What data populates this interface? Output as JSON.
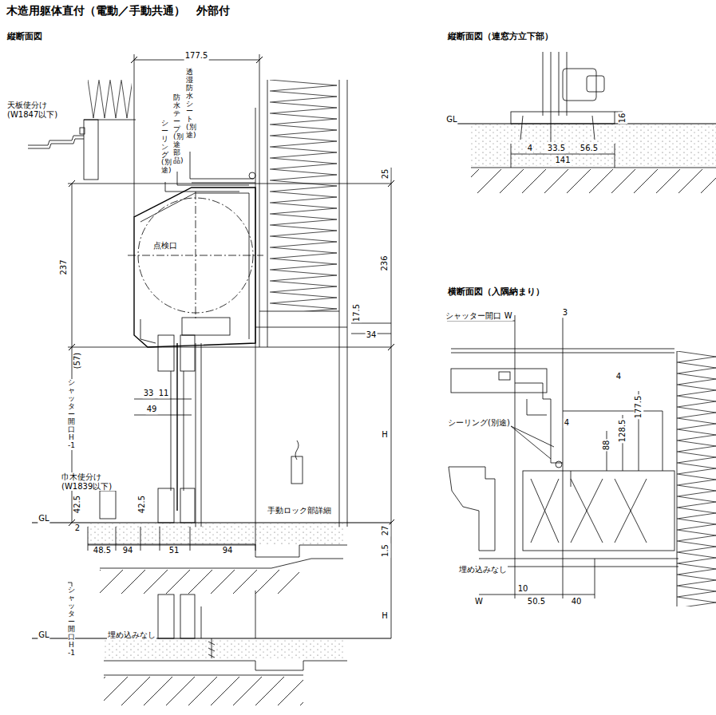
{
  "diagram": {
    "title": "木造用躯体直付（電動／手動共通）　外部付",
    "labels": [
      "縦断面図",
      "177.5",
      "天板使分け (W1847以下)",
      "シーリング(別途)",
      "防水テープ(別途部品)",
      "透湿防水シート(別途)",
      "25",
      "237",
      "236",
      "点検口",
      "17.5",
      "34",
      "(57)",
      "33",
      "11",
      "49",
      "シャッター開口 H-1",
      "H",
      "巾木使分け (W1839以下)",
      "42.5",
      "42.5",
      "GL",
      "2",
      "48.5",
      "94",
      "51",
      "94",
      "27",
      "1.5",
      "手動ロック部詳細",
      "シャッター開口 H-1",
      "H",
      "GL",
      "埋め込みなし",
      "縦断面図（連窓方立下部）",
      "GL",
      "16",
      "4",
      "33.5",
      "56.5",
      "141",
      "横断面図（入隅納まり）",
      "シャッター開口 W",
      "3",
      "4",
      "177.5",
      "128.5",
      "88",
      "4",
      "シーリング(別途)",
      "埋め込みなし",
      "10",
      "W",
      "50.5",
      "40"
    ]
  }
}
